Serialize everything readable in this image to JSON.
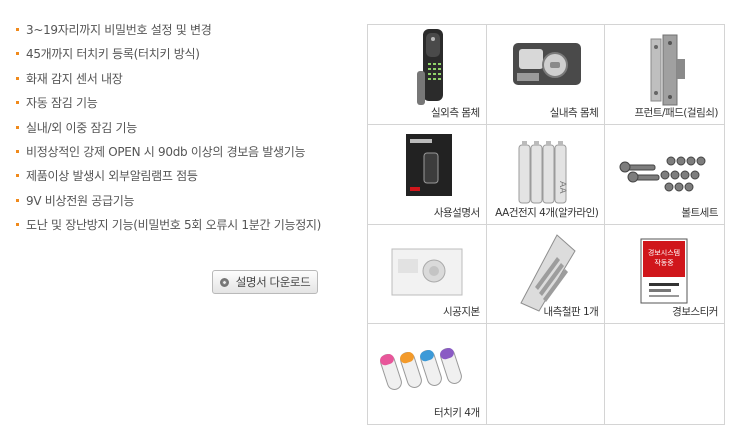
{
  "features": [
    "3~19자리까지 비밀번호 설정 및 변경",
    "45개까지 터치키 등록(터치키 방식)",
    "화재 감지 센서 내장",
    "자동 잠김 기능",
    "실내/외 이중 잠김 기능",
    "비정상적인 강제 OPEN 시 90db 이상의 경보음 발생기능",
    "제품이상 발생시 외부알림램프 점등",
    "9V 비상전원 공급기능",
    "도난 및 장난방지 기능(비밀번호 5회 오류시 1분간 기능정지)"
  ],
  "download": {
    "label": "설명서 다운로드",
    "icon": "radio-button-icon"
  },
  "components": [
    {
      "label": "실외측 몸체",
      "icon": "outdoor-body-icon"
    },
    {
      "label": "실내측 몸체",
      "icon": "indoor-body-icon"
    },
    {
      "label": "프런트/패드(걸림쇠)",
      "icon": "front-pad-icon"
    },
    {
      "label": "사용설명서",
      "icon": "manual-icon"
    },
    {
      "label": "AA건전지 4개(알카라인)",
      "icon": "battery-icon"
    },
    {
      "label": "볼트세트",
      "icon": "bolt-set-icon"
    },
    {
      "label": "시공지본",
      "icon": "template-icon"
    },
    {
      "label": "내측철판 1개",
      "icon": "steel-plate-icon"
    },
    {
      "label": "경보스티커",
      "icon": "alarm-sticker-icon"
    },
    {
      "label": "터치키 4개",
      "icon": "touch-key-icon"
    },
    {
      "label": "",
      "icon": ""
    },
    {
      "label": "",
      "icon": ""
    }
  ],
  "sticker": {
    "line1": "경보시스템",
    "line2": "작동중"
  },
  "battery_mark": "AA",
  "colors": {
    "bullet": "#f08a1c",
    "grid_border": "#d4d4d4",
    "sticker_red": "#d0161b"
  }
}
